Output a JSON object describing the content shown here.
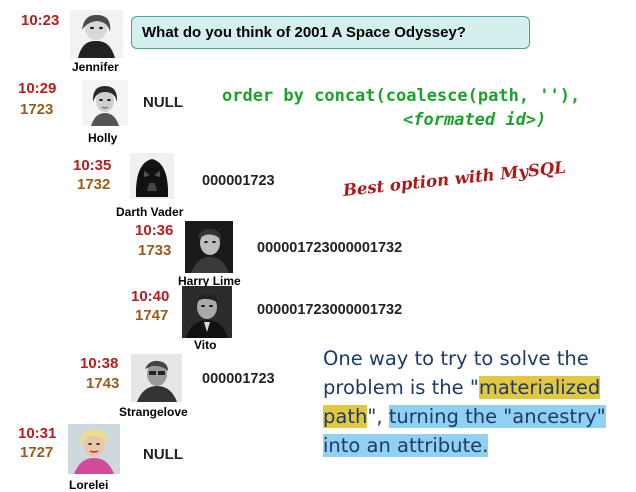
{
  "question": "What do you think of 2001 A Space Odyssey?",
  "posts": [
    {
      "time": "10:23",
      "parent": "",
      "name": "Jennifer",
      "path": "",
      "avatar": "jennifer-portrait-icon"
    },
    {
      "time": "10:29",
      "parent": "1723",
      "name": "Holly",
      "path": "NULL",
      "avatar": "holly-portrait-icon"
    },
    {
      "time": "10:35",
      "parent": "1732",
      "name": "Darth Vader",
      "path": "000001723",
      "avatar": "darth-vader-portrait-icon"
    },
    {
      "time": "10:36",
      "parent": "1733",
      "name": "Harry Lime",
      "path": "000001723000001732",
      "avatar": "harry-lime-portrait-icon"
    },
    {
      "time": "10:40",
      "parent": "1747",
      "name": "Vito",
      "path": "000001723000001732",
      "avatar": "vito-portrait-icon"
    },
    {
      "time": "10:38",
      "parent": "1743",
      "name": "Strangelove",
      "path": "000001723",
      "avatar": "strangelove-portrait-icon"
    },
    {
      "time": "10:31",
      "parent": "1727",
      "name": "Lorelei",
      "path": "NULL",
      "avatar": "lorelei-portrait-icon"
    }
  ],
  "sql": {
    "line1": "order by concat(coalesce(path, ''),",
    "line2": "<formated id>)"
  },
  "handwritten_note": "Best option with MySQL",
  "explanation": {
    "part1": "One way to try to solve the problem is the \"",
    "highlight1": "materialized path",
    "part2": "\", ",
    "highlight2": "turning the \"ancestry\" into an attribute."
  },
  "colors": {
    "time": "#b81c1c",
    "parent_id": "#9a5a1a",
    "sql": "#1aa32a",
    "note": "#b01818",
    "explanation": "#1d3b6a",
    "highlight_yellow": "#e2c740",
    "highlight_blue": "#8fd0f3",
    "bubble_bg": "#d4f0ee"
  }
}
